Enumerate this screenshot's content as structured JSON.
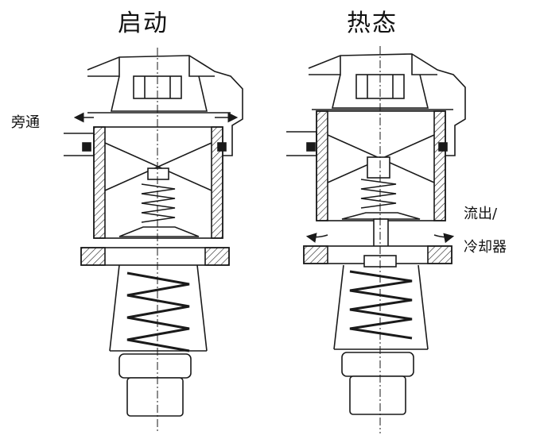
{
  "titles": {
    "left": "启动",
    "right": "热态"
  },
  "labels": {
    "bypass": "旁通",
    "outflow_line1": "流出/",
    "outflow_line2": "冷却器"
  },
  "colors": {
    "ink": "#1a1a1a",
    "background": "#ffffff"
  }
}
